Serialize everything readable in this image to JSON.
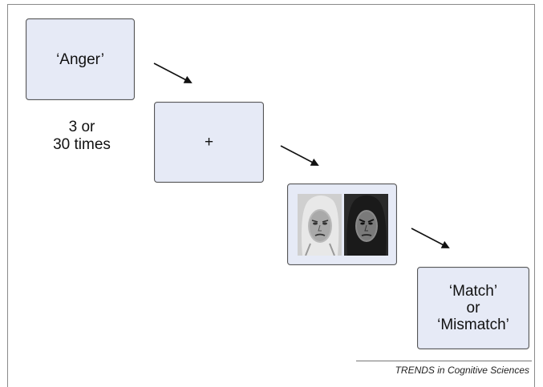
{
  "steps": {
    "label_word": "‘Anger’",
    "repeat_line1": "3 or",
    "repeat_line2": "30 times",
    "fixation": "+",
    "response_line1": "‘Match’",
    "response_line2": "or",
    "response_line3": "‘Mismatch’"
  },
  "credit": "TRENDS in Cognitive Sciences",
  "colors": {
    "card_fill": "#e6eaf6",
    "card_border": "#555555",
    "arrow": "#111111"
  }
}
